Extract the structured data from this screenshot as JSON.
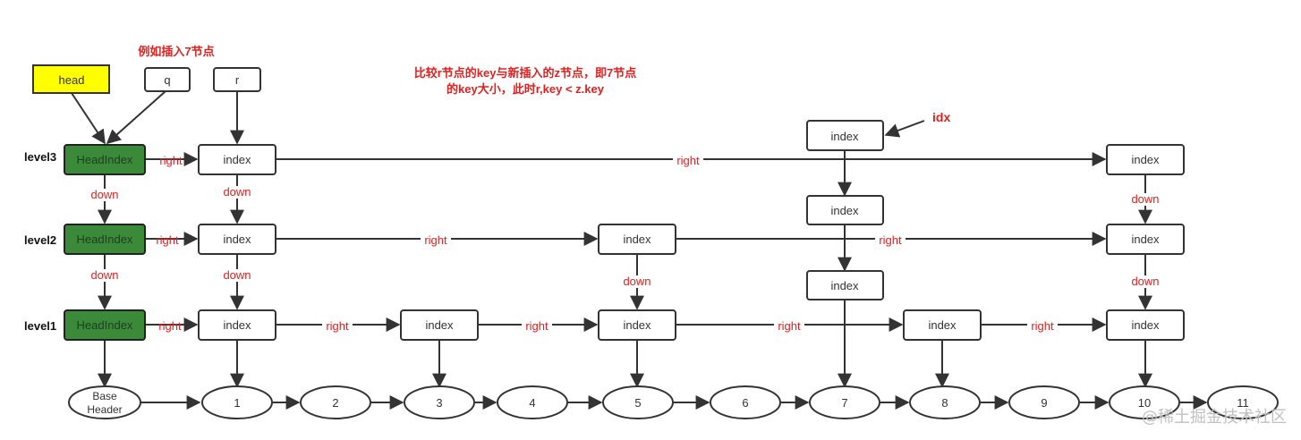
{
  "annotations": {
    "insert_note": "例如插入7节点",
    "compare_note_line1": "比较r节点的key与新插入的z节点，即7节点",
    "compare_note_line2": "的key大小，此时r,key < z.key",
    "idx_label": "idx"
  },
  "pointers": {
    "head": "head",
    "q": "q",
    "r": "r"
  },
  "levels": {
    "level3": "level3",
    "level2": "level2",
    "level1": "level1"
  },
  "labels": {
    "head_index": "HeadIndex",
    "index": "index",
    "right": "right",
    "down": "down"
  },
  "base_header": {
    "line1": "Base",
    "line2": "Header"
  },
  "nodes": [
    "1",
    "2",
    "3",
    "4",
    "5",
    "6",
    "7",
    "8",
    "9",
    "10",
    "11"
  ],
  "watermark": "@稀土掘金技术社区",
  "colors": {
    "head_fill": "#ffff00",
    "head_index_fill": "#3a8a3a",
    "annotation_red": "#e02020"
  }
}
